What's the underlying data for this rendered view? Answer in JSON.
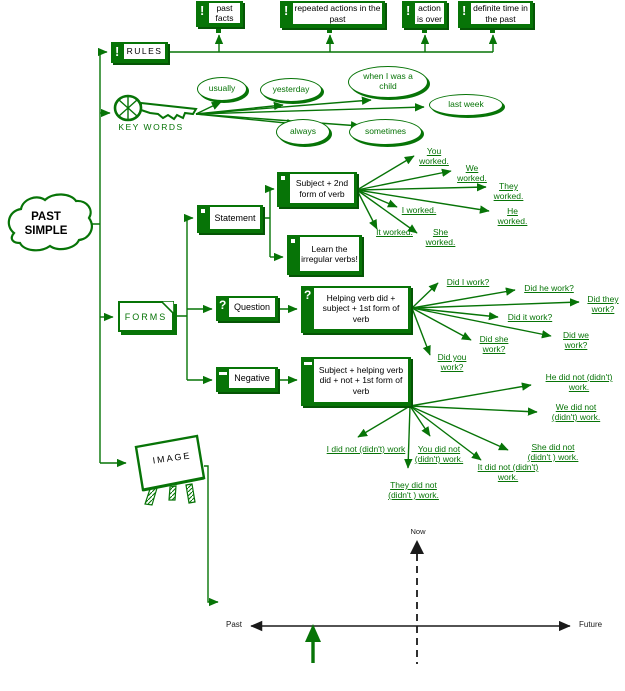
{
  "title": "PAST SIMPLE",
  "colors": {
    "green": "#077407",
    "black": "#1a1a1a"
  },
  "rules": {
    "label": "RULES",
    "icon": "!",
    "items": [
      {
        "label": "past facts"
      },
      {
        "label": "repeated actions in the past"
      },
      {
        "label": "action is over"
      },
      {
        "label": "definite time in the past"
      }
    ]
  },
  "key_words": {
    "label": "KEY WORDS",
    "bubbles": [
      "usually",
      "yesterday",
      "when I was a child",
      "last week",
      "always",
      "sometimes"
    ]
  },
  "forms": {
    "label": "FORMS",
    "statement": {
      "label": "Statement",
      "formula": "Subject + 2nd form of verb",
      "note": "Learn the irregular verbs!",
      "examples": [
        "You worked.",
        "We worked.",
        "They worked.",
        "I worked.",
        "He worked.",
        "It worked.",
        "She worked."
      ]
    },
    "question": {
      "label": "Question",
      "icon": "?",
      "formula": "Helping verb did + subject + 1st form of verb",
      "examples": [
        "Did I work?",
        "Did he work?",
        "Did they work?",
        "Did it work?",
        "Did we work?",
        "Did she work?",
        "Did you work?"
      ]
    },
    "negative": {
      "label": "Negative",
      "icon": "–",
      "formula": "Subject + helping verb did + not + 1st form of verb",
      "examples": [
        "He did not (didn't) work.",
        "We did not (didn't) work.",
        "She did not (didn't ) work.",
        "It did not (didn't) work.",
        "I did not (didn't) work",
        "You did not (didn't) work.",
        "They did not (didn't ) work."
      ]
    }
  },
  "image_section": {
    "label": "IMAGE"
  },
  "timeline": {
    "now_label": "Now",
    "past_label": "Past",
    "future_label": "Future"
  }
}
